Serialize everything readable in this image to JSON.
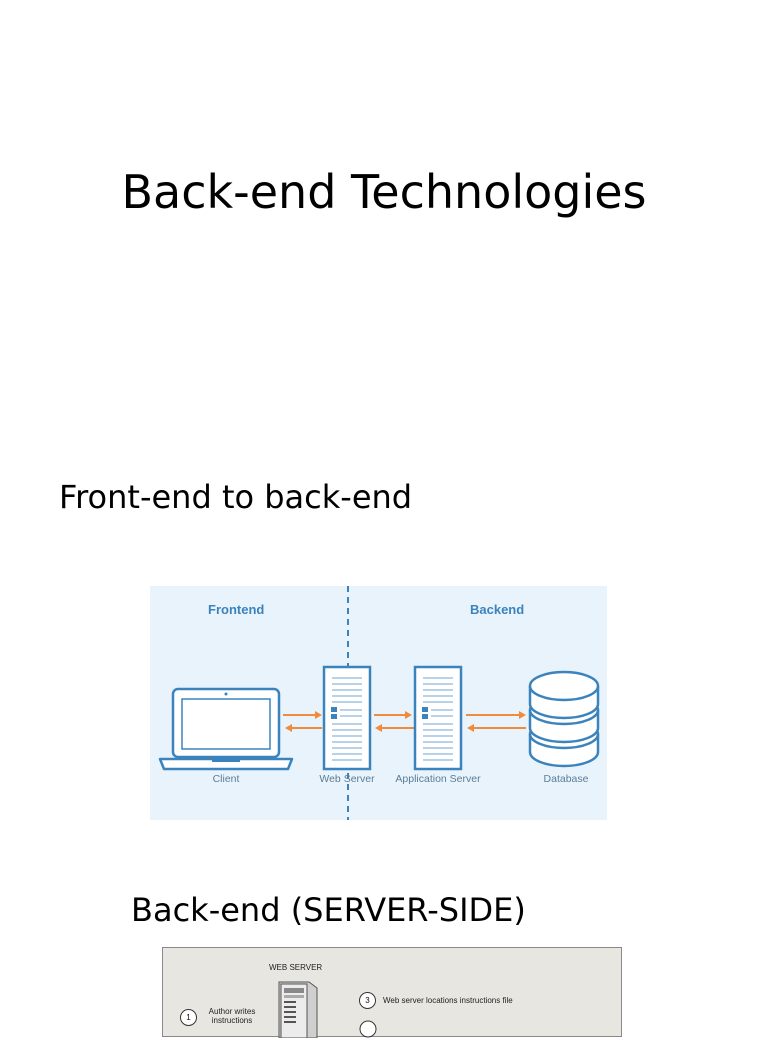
{
  "slide": {
    "title": "Back-end Technologies"
  },
  "sections": {
    "front_to_back": "Front-end to back-end",
    "server_side": "Back-end (SERVER-SIDE)"
  },
  "diagram_frontend_backend": {
    "frontend_label": "Frontend",
    "backend_label": "Backend",
    "nodes": {
      "client": "Client",
      "web_server": "Web Server",
      "application_server": "Application Server",
      "database": "Database"
    },
    "colors": {
      "background": "#e9f3fb",
      "outline": "#3b83bd",
      "arrow": "#f08a3c"
    }
  },
  "diagram_server_side": {
    "title": "WEB SERVER",
    "steps": [
      {
        "number": "1",
        "text": "Author writes instructions"
      },
      {
        "number": "3",
        "text": "Web server locations instructions file"
      }
    ]
  }
}
